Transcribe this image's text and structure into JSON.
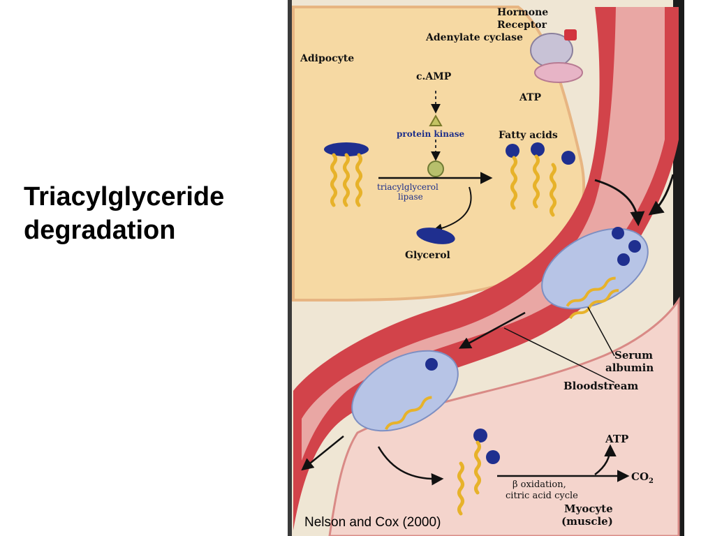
{
  "slide": {
    "title_line1": "Triacylglyceride",
    "title_line2": "degradation",
    "credit": "Nelson and Cox (2000)"
  },
  "figure": {
    "labels": {
      "hormone": "Hormone",
      "receptor": "Receptor",
      "adenylate_cyclase": "Adenylate cyclase",
      "adipocyte": "Adipocyte",
      "camp": "c.AMP",
      "atp_top": "ATP",
      "protein_kinase": "protein kinase",
      "fatty_acids": "Fatty acids",
      "tag_lipase_1": "triacylglycerol",
      "tag_lipase_2": "lipase",
      "glycerol": "Glycerol",
      "serum": "Serum",
      "albumin": "albumin",
      "bloodstream": "Bloodstream",
      "atp_bottom": "ATP",
      "co2": "CO",
      "co2_sub": "2",
      "beta_ox_1": "β oxidation,",
      "beta_ox_2": "citric acid cycle",
      "myocyte": "Myocyte",
      "muscle": "(muscle)"
    },
    "colors": {
      "page_beige": "#efe6d4",
      "adipocyte_fill": "#f6d9a3",
      "vessel_red": "#d2434a",
      "vessel_inner": "#f4d4cc",
      "albumin_fill": "#b7c4e6",
      "fatty_acid_head": "#1f2f8f",
      "fatty_acid_tail": "#e7b22a"
    }
  }
}
